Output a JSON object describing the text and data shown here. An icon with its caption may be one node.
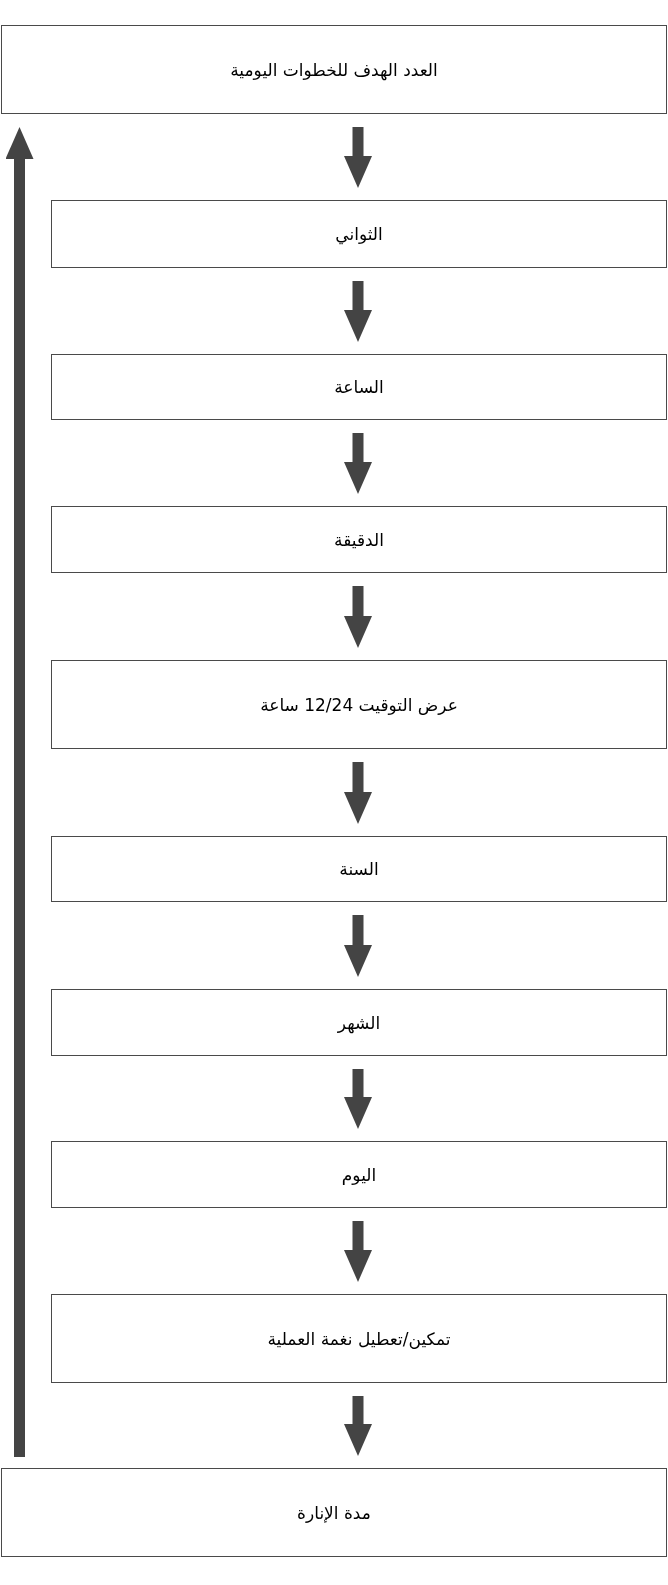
{
  "diagram": {
    "nodes": [
      {
        "text": [
          "العدد الهدف للخطوات اليومية"
        ]
      },
      {
        "text": [
          "الثواني"
        ]
      },
      {
        "text": [
          "الساعة"
        ]
      },
      {
        "text": [
          "الدقيقة"
        ]
      },
      {
        "text": [
          "عرض التوقيت 12/24 ساعة"
        ]
      },
      {
        "text": [
          "السنة"
        ]
      },
      {
        "text": [
          "الشهر"
        ]
      },
      {
        "text": [
          "اليوم"
        ]
      },
      {
        "text": [
          "تمكين/تعطيل نغمة العملية"
        ]
      },
      {
        "text": [
          "مدة الإنارة"
        ]
      }
    ],
    "edges": [
      {
        "from": 0,
        "to": 1,
        "arrow": "to"
      },
      {
        "from": 1,
        "to": 2,
        "arrow": "to"
      },
      {
        "from": 2,
        "to": 3,
        "arrow": "to"
      },
      {
        "from": 3,
        "to": 4,
        "arrow": "to"
      },
      {
        "from": 4,
        "to": 5,
        "arrow": "to"
      },
      {
        "from": 5,
        "to": 6,
        "arrow": "to"
      },
      {
        "from": 6,
        "to": 7,
        "arrow": "to"
      },
      {
        "from": 7,
        "to": 8,
        "arrow": "to"
      },
      {
        "from": 8,
        "to": 9,
        "arrow": "to"
      },
      {
        "from": 9,
        "to": 0,
        "arrow": "to"
      }
    ]
  }
}
